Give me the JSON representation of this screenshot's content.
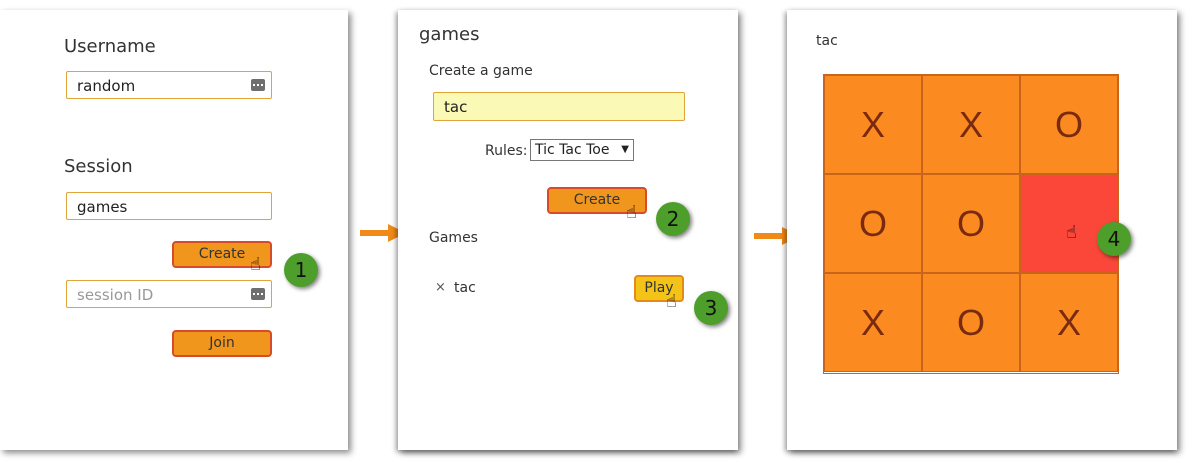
{
  "panel1": {
    "username_label": "Username",
    "username_value": "random",
    "session_label": "Session",
    "session_value": "games",
    "create_label": "Create",
    "session_id_placeholder": "session ID",
    "join_label": "Join"
  },
  "panel2": {
    "title": "games",
    "create_game_label": "Create a game",
    "game_name_value": "tac",
    "rules_label": "Rules:",
    "rules_selected": "Tic Tac Toe",
    "create_label": "Create",
    "games_label": "Games",
    "games_list": [
      {
        "remove": "×",
        "name": "tac",
        "play_label": "Play"
      }
    ]
  },
  "panel3": {
    "title": "tac",
    "board": [
      "X",
      "X",
      "O",
      "O",
      "O",
      "",
      "X",
      "O",
      "X"
    ],
    "highlighted_cell": 5
  },
  "steps": [
    "1",
    "2",
    "3",
    "4"
  ],
  "colors": {
    "button_orange": "#f0961c",
    "button_border": "#d84b2a",
    "play_yellow": "#f3c417",
    "cell_orange": "#fb8b20",
    "cell_highlight": "#fa473a",
    "step_green": "#4d9e2b",
    "arrow": "#f08a18"
  }
}
